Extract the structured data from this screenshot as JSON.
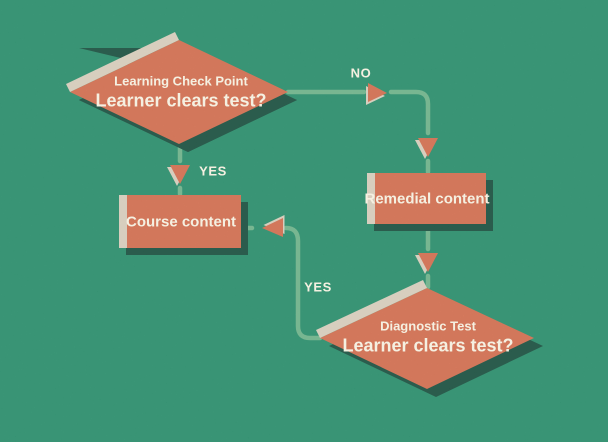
{
  "palette": {
    "background": "#309d78",
    "shape_fill": "#e87a59",
    "highlight_cream": "#ede4d0",
    "shadow_dark": "#1f5948",
    "connector_green": "#7cc69b",
    "text_cream": "#f5f0e1"
  },
  "nodes": {
    "checkpoint": {
      "subtitle": "Learning Check Point",
      "title": "Learner clears test?"
    },
    "remedial": {
      "label": "Remedial content"
    },
    "course": {
      "label": "Course content"
    },
    "diagnostic": {
      "subtitle": "Diagnostic Test",
      "title": "Learner clears test?"
    }
  },
  "edges": {
    "no": {
      "label": "NO"
    },
    "yes_checkpoint": {
      "label": "YES"
    },
    "yes_diagnostic": {
      "label": "YES"
    }
  }
}
